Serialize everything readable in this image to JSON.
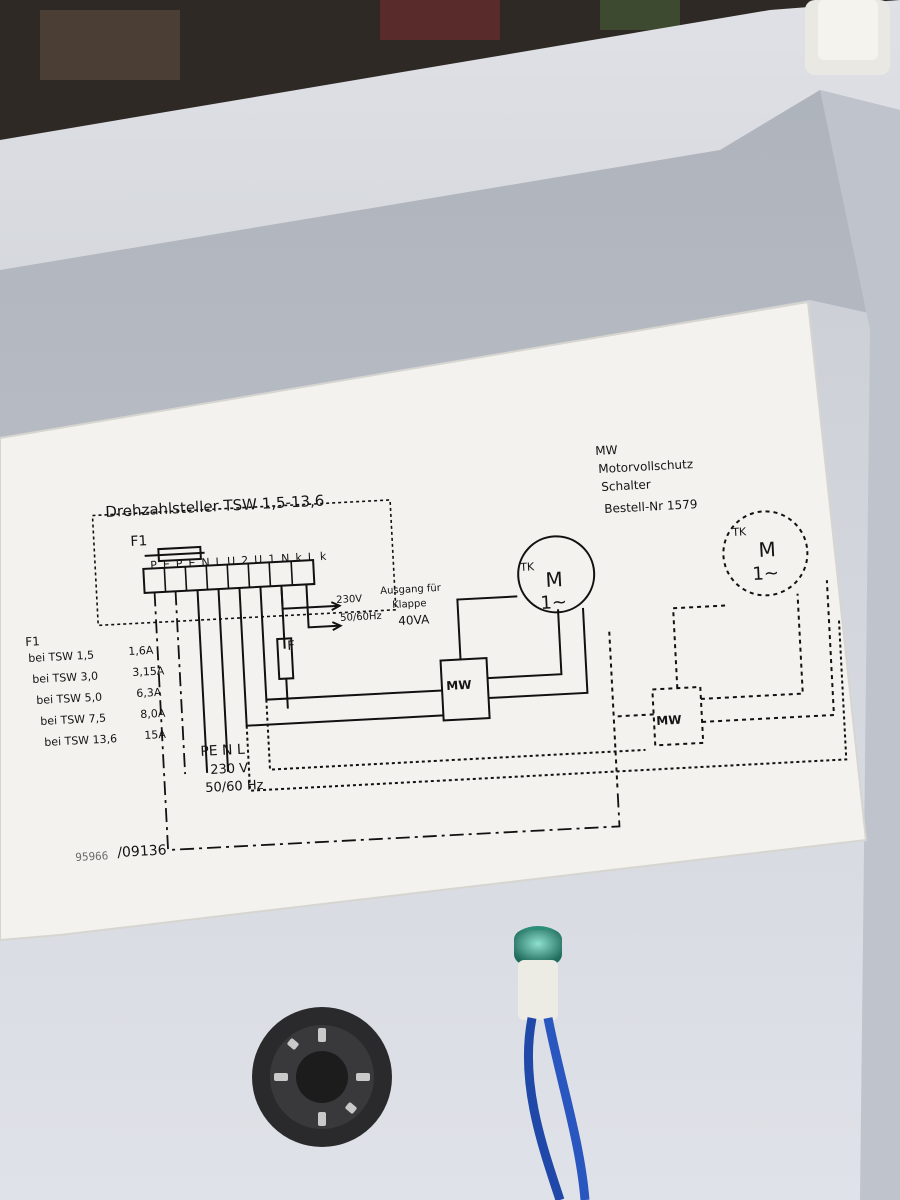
{
  "controller": {
    "title": "Drehzahlsteller TSW 1,5-13,6",
    "fuse_label": "F1",
    "terminals": [
      "PE",
      "PE",
      "N",
      "L",
      "U2",
      "U1",
      "Nk",
      "Lk"
    ]
  },
  "output": {
    "line1": "230V",
    "line2": "50/60Hz",
    "desc1": "Ausgang für",
    "desc2": "Klappe",
    "power": "40VA"
  },
  "mw_note": {
    "line1": "MW",
    "line2": "Motorvollschutz",
    "line3": "Schalter",
    "line4": "Bestell-Nr 1579"
  },
  "fuse_table": {
    "heading": "F1",
    "rows": [
      {
        "model": "bei TSW 1,5",
        "rating": "1,6A"
      },
      {
        "model": "bei TSW 3,0",
        "rating": "3,15A"
      },
      {
        "model": "bei TSW 5,0",
        "rating": "6,3A"
      },
      {
        "model": "bei TSW 7,5",
        "rating": "8,0A"
      },
      {
        "model": "bei TSW 13,6",
        "rating": "15A"
      }
    ]
  },
  "supply": {
    "terms": "PE N L",
    "voltage": "230 V",
    "freq": "50/60 Hz"
  },
  "fuse_f": "F",
  "mw_box": "MW",
  "motor": {
    "tk": "TK",
    "m": "M",
    "phase": "1~"
  },
  "doc_number": {
    "prefix": "95966",
    "suffix": "/09136"
  }
}
